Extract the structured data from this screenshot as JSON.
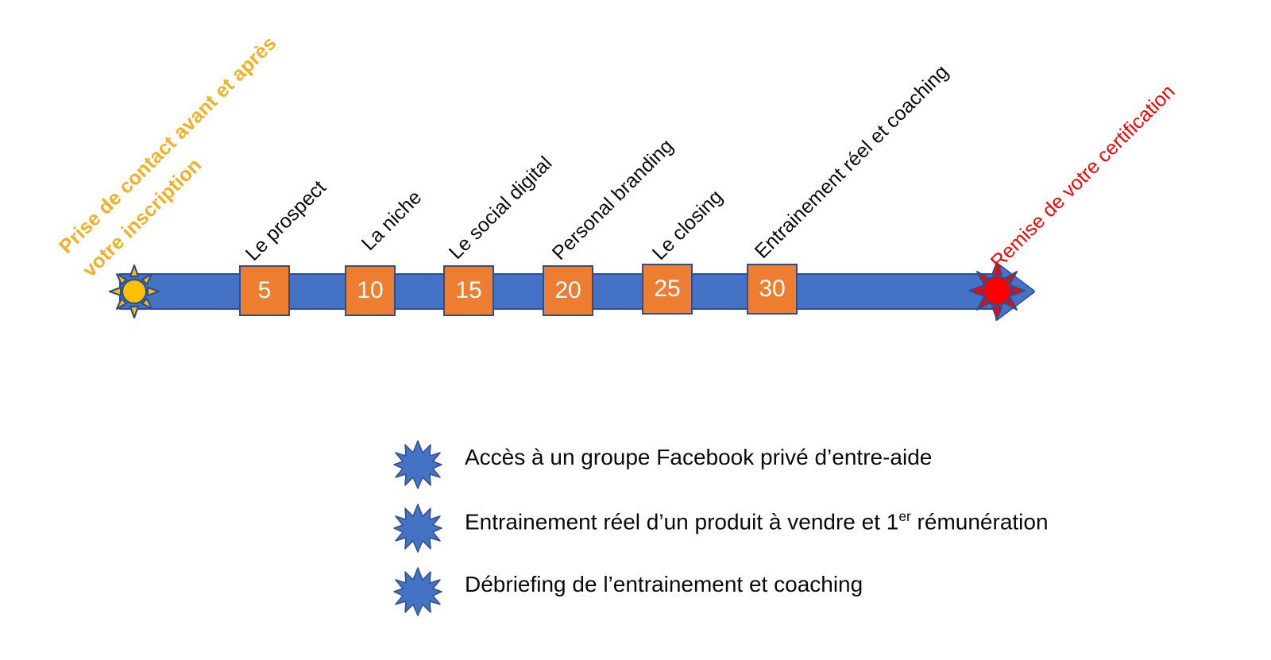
{
  "diagram": {
    "type": "timeline-roadmap",
    "start_marker": {
      "icon": "yellow-sun-icon",
      "label_line1": "Prise de contact avant et après",
      "label_line2": "votre  inscription",
      "color": "#F2B024"
    },
    "end_marker": {
      "icon": "red-burst-icon",
      "label": "Remise de votre certification",
      "color": "#FF0000"
    },
    "bar_color": "#4472C4",
    "bar_border_color": "#2F4E8F",
    "milestone_color": "#ED7D31",
    "milestones": [
      {
        "number": "5",
        "label": "Le prospect"
      },
      {
        "number": "10",
        "label": "La niche"
      },
      {
        "number": "15",
        "label": "Le social digital"
      },
      {
        "number": "20",
        "label": "Personal branding"
      },
      {
        "number": "25",
        "label": "Le closing"
      },
      {
        "number": "30",
        "label": "Entrainement réel et coaching"
      }
    ]
  },
  "legend": {
    "bullet_icon": "blue-burst-icon",
    "bullet_color": "#4472C4",
    "items": [
      {
        "text": "Accès à un groupe Facebook privé d’entre-aide",
        "sup": ""
      },
      {
        "text_before": "Entrainement réel d’un produit à vendre et 1",
        "sup": "er",
        "text_after": " rémunération"
      },
      {
        "text": "Débriefing de l’entrainement et coaching",
        "sup": ""
      }
    ]
  }
}
